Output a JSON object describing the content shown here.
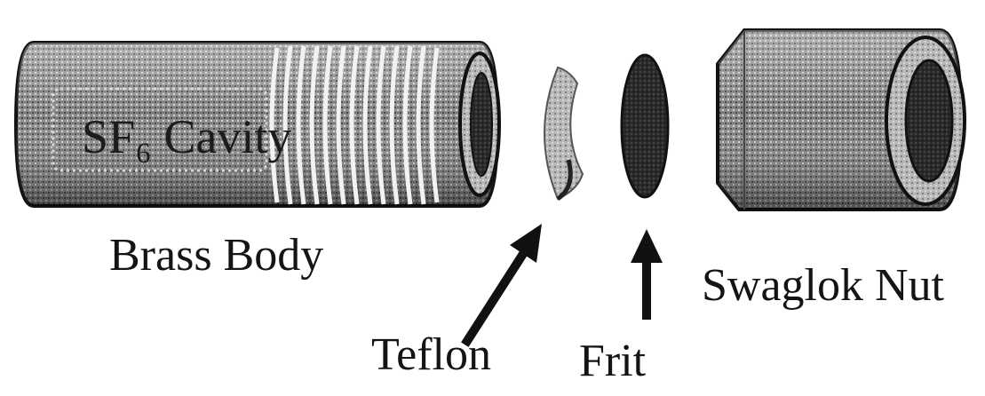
{
  "labels": {
    "brass_body": "Brass Body",
    "teflon": "Teflon",
    "frit": "Frit",
    "swaglok_nut": "Swaglok Nut"
  },
  "body_marking": "SF₆ Cavity",
  "colors": {
    "ink": "#141414",
    "shade": "#6e6e6e",
    "light": "#bdbdbd"
  }
}
